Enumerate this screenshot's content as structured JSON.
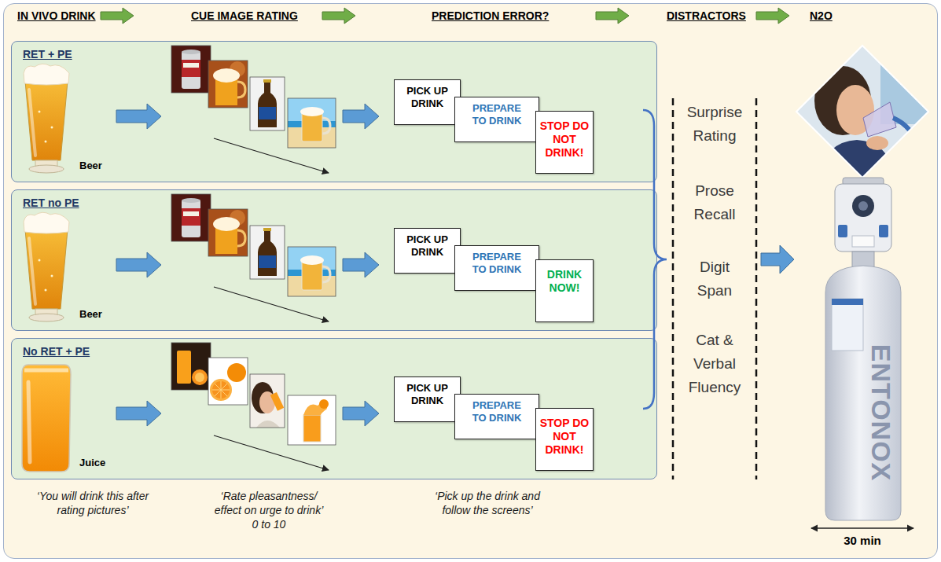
{
  "diagram": {
    "nodes": [
      {
        "text": [
          "RET + PE",
          "Beer"
        ]
      },
      {
        "text": [
          "PICK UP DRINK"
        ],
        "in": 0
      },
      {
        "text": [
          "PREPARE TO DRINK"
        ],
        "in": 0
      },
      {
        "text": [
          "STOP DO NOT DRINK!"
        ],
        "in": 0
      },
      {
        "text": [
          "RET no PE",
          "Beer"
        ]
      },
      {
        "text": [
          "PICK UP DRINK"
        ],
        "in": 4
      },
      {
        "text": [
          "PREPARE TO DRINK"
        ],
        "in": 4
      },
      {
        "text": [
          "DRINK NOW!"
        ],
        "in": 4
      },
      {
        "text": [
          "No RET + PE",
          "Juice"
        ]
      },
      {
        "text": [
          "PICK UP DRINK"
        ],
        "in": 8
      },
      {
        "text": [
          "PREPARE TO DRINK"
        ],
        "in": 8
      },
      {
        "text": [
          "STOP DO NOT DRINK!"
        ],
        "in": 8
      }
    ],
    "labels": [
      "IN VIVO DRINK",
      "CUE IMAGE RATING",
      "PREDICTION ERROR?",
      "DISTRACTORS",
      "N2O",
      "Surprise Rating",
      "Prose Recall",
      "Digit Span",
      "Cat & Verbal Fluency",
      "ENTONOX",
      "30 min",
      "‘You will drink this after rating pictures’",
      "‘Rate pleasantness/ effect on urge to drink’",
      "0 to 10",
      "‘Pick up the drink and follow the screens’"
    ]
  }
}
